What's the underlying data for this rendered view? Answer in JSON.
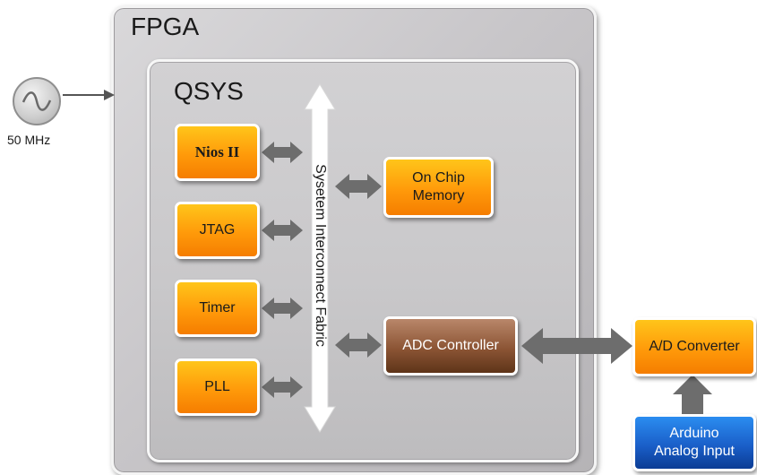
{
  "fpga": {
    "title": "FPGA"
  },
  "qsys": {
    "title": "QSYS"
  },
  "oscillator": {
    "label": "50 MHz"
  },
  "fabric": {
    "label": "Sysetem Interconnect Fabric"
  },
  "left_blocks": [
    "Nios II",
    "JTAG",
    "Timer",
    "PLL"
  ],
  "right_blocks": {
    "memory_line1": "On Chip",
    "memory_line2": "Memory",
    "adc_controller": "ADC Controller"
  },
  "external": {
    "ad_converter": "A/D Converter",
    "arduino_line1": "Arduino",
    "arduino_line2": "Analog Input"
  },
  "colors": {
    "block_orange": "#ff9a0a",
    "adc_brown": "#8c5535",
    "arduino_blue": "#1a5fc9",
    "connector_gray": "#6f6f6f"
  }
}
